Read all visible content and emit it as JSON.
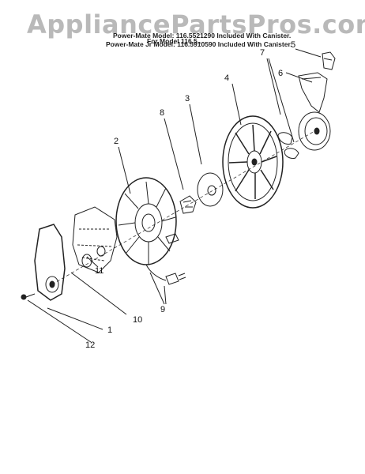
{
  "watermark": "AppliancePartsPros.com",
  "header": {
    "line1": "For Model 116.5...",
    "line2": "Power-Mate Model: 116.5521290 Included With Canister.",
    "line3": "Power-Mate Jr Model: 116.5910590 Included With Canister."
  },
  "callouts": [
    "1",
    "2",
    "3",
    "4",
    "5",
    "6",
    "7",
    "8",
    "9",
    "10",
    "11",
    "12"
  ]
}
